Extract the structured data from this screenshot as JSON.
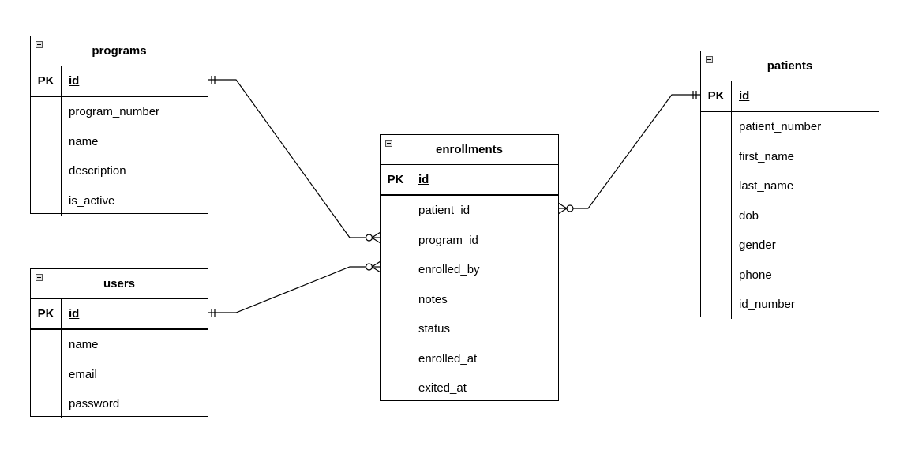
{
  "pk_label": "PK",
  "entities": {
    "programs": {
      "title": "programs",
      "pk": "id",
      "fields": [
        "program_number",
        "name",
        "description",
        "is_active"
      ]
    },
    "users": {
      "title": "users",
      "pk": "id",
      "fields": [
        "name",
        "email",
        "password"
      ]
    },
    "enrollments": {
      "title": "enrollments",
      "pk": "id",
      "fields": [
        "patient_id",
        "program_id",
        "enrolled_by",
        "notes",
        "status",
        "enrolled_at",
        "exited_at"
      ]
    },
    "patients": {
      "title": "patients",
      "pk": "id",
      "fields": [
        "patient_number",
        "first_name",
        "last_name",
        "dob",
        "gender",
        "phone",
        "id_number"
      ]
    }
  },
  "relationships": [
    {
      "from": "programs.id",
      "to": "enrollments.program_id",
      "from_cardinality": "one-and-only-one",
      "to_cardinality": "zero-or-many"
    },
    {
      "from": "users.id",
      "to": "enrollments.enrolled_by",
      "from_cardinality": "one-and-only-one",
      "to_cardinality": "zero-or-many"
    },
    {
      "from": "patients.id",
      "to": "enrollments.patient_id",
      "from_cardinality": "one-and-only-one",
      "to_cardinality": "zero-or-many"
    }
  ]
}
